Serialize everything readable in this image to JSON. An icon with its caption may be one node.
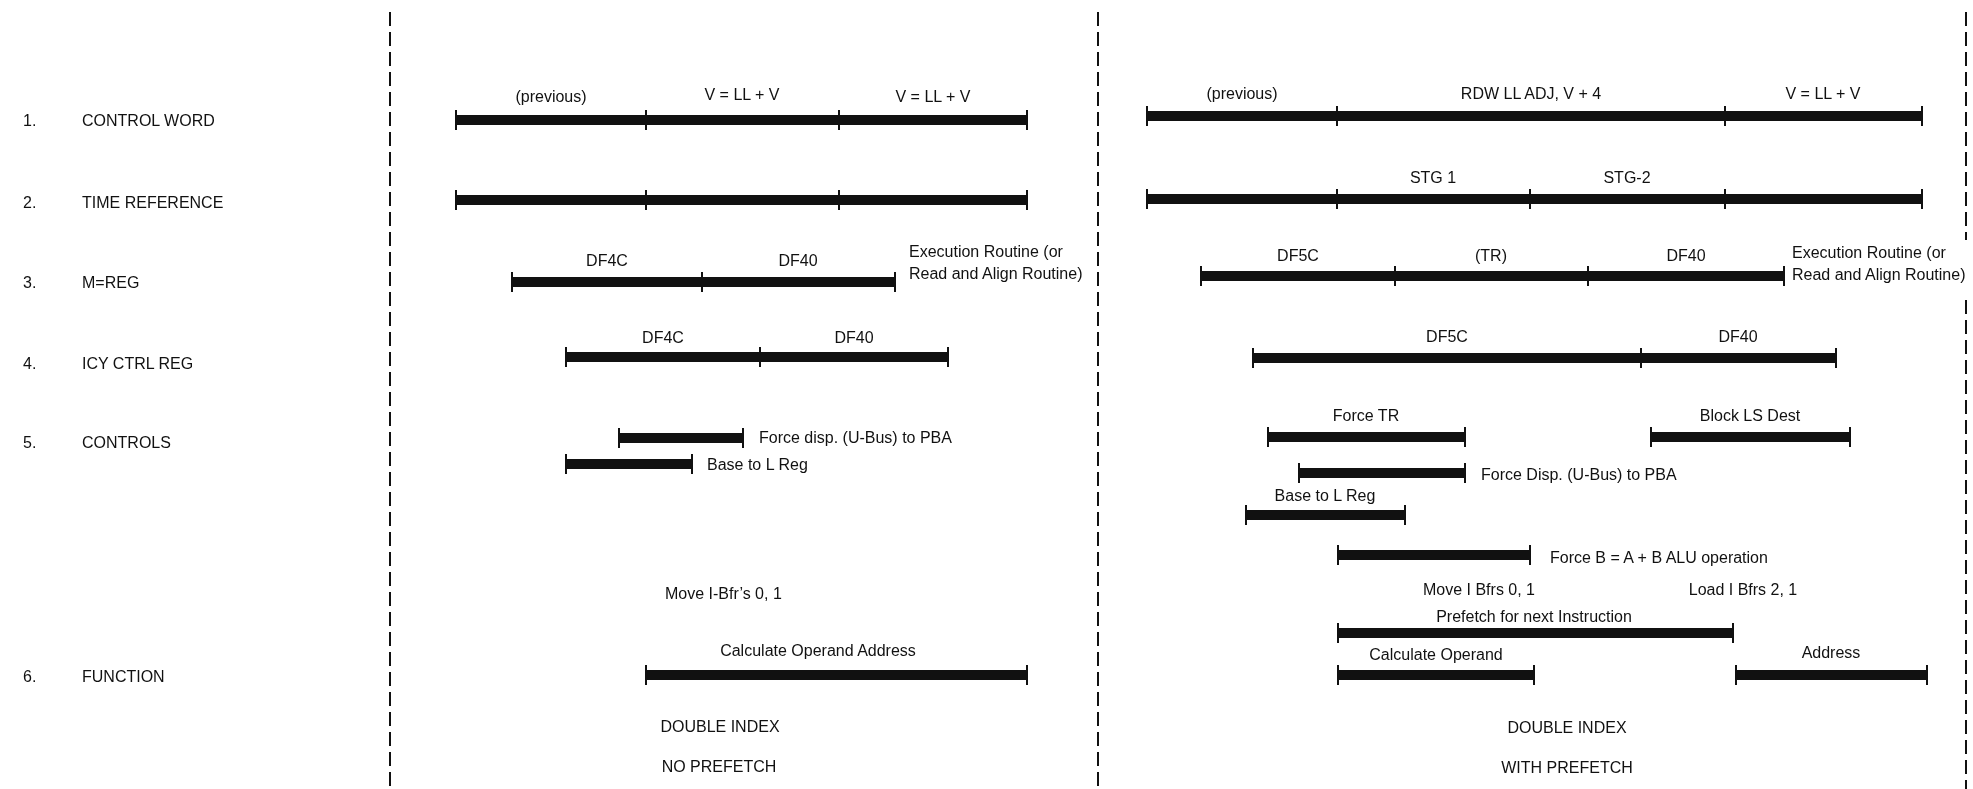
{
  "diagram": {
    "labels": [
      "1.",
      "CONTROL WORD",
      "(previous)",
      "V = LL + V",
      "V = LL + V",
      "(previous)",
      "RDW LL ADJ, V + 4",
      "V = LL + V",
      "2.",
      "TIME REFERENCE",
      "STG 1",
      "STG-2",
      "3.",
      "M=REG",
      "DF4C",
      "DF40",
      "Execution Routine (or Read and Align Routine)",
      "DF5C",
      "(TR)",
      "DF40",
      "Execution Routine (or Read and Align Routine)",
      "4.",
      "ICY CTRL REG",
      "DF4C",
      "DF40",
      "DF5C",
      "DF40",
      "5.",
      "CONTROLS",
      "Force disp. (U-Bus) to PBA",
      "Force TR",
      "Block LS Dest",
      "Base to L Reg",
      "Force Disp. (U-Bus) to PBA",
      "Base to L Reg",
      "Force B = A + B ALU operation",
      "Move I-Bfr’s 0, 1",
      "Move I Bfrs 0, 1",
      "Load I Bfrs 2, 1",
      "Prefetch for next Instruction",
      "6.",
      "FUNCTION",
      "Calculate Operand Address",
      "Calculate Operand",
      "Address",
      "DOUBLE INDEX",
      "DOUBLE INDEX",
      "NO PREFETCH",
      "WITH PREFETCH"
    ]
  }
}
